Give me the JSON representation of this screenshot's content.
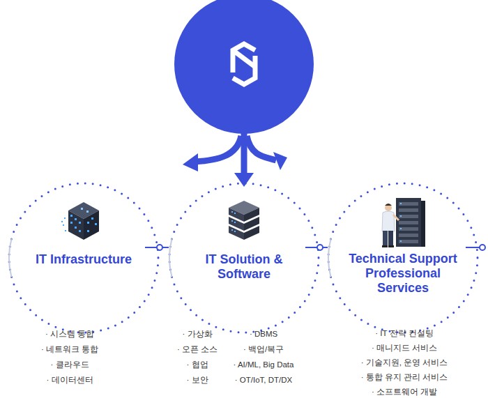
{
  "diagram": {
    "nodes": [
      {
        "text": [
          "IT Infrastructure",
          "· 시스템 통합",
          "· 네트워크 통합",
          "· 클라우드",
          "· 데이터센터"
        ]
      },
      {
        "text": [
          "IT Solution & Software",
          "· 가상화",
          "· 오픈 소스",
          "· 협업",
          "· 보안",
          "· DBMS",
          "· 백업/복구",
          "· AI/ML, Big Data",
          "· OT/IoT, DT/DX"
        ]
      },
      {
        "text": [
          "Technical Support Professional Services",
          "· IT 전략 컨설팅",
          "· 매니지드 서비스",
          "· 기술지원, 운영 서비스",
          "· 통합 유지 관리 서비스",
          "· 소프트웨어 개발"
        ]
      }
    ],
    "edges": [
      {
        "from": 0,
        "to": 1,
        "arrow": "none"
      },
      {
        "from": 1,
        "to": 2,
        "arrow": "none"
      }
    ]
  }
}
